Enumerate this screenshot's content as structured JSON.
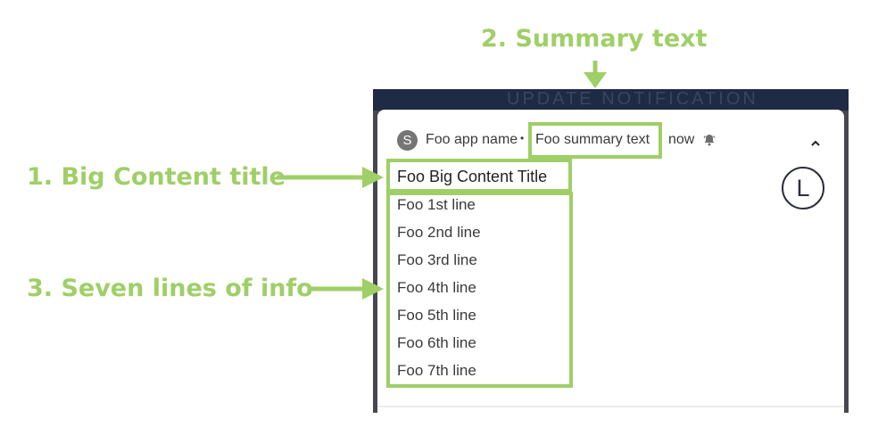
{
  "annotations": [
    {
      "label": "1. Big Content title"
    },
    {
      "label": "2. Summary text"
    },
    {
      "label": "3. Seven lines of info"
    }
  ],
  "background_header": "UPDATE NOTIFICATION",
  "notification": {
    "app_icon_letter": "S",
    "app_name": "Foo app name",
    "separator": "•",
    "summary_text": "Foo summary text",
    "time": "now",
    "alert_icon": "bell-icon",
    "expand_icon": "chevron-up-icon",
    "large_icon_letter": "L",
    "big_content_title": "Foo Big Content Title",
    "lines": [
      "Foo 1st line",
      "Foo 2nd line",
      "Foo 3rd line",
      "Foo 4th line",
      "Foo 5th line",
      "Foo 6th line",
      "Foo 7th line"
    ]
  },
  "colors": {
    "annotation": "#9fcf67",
    "frame": "#46484d"
  }
}
